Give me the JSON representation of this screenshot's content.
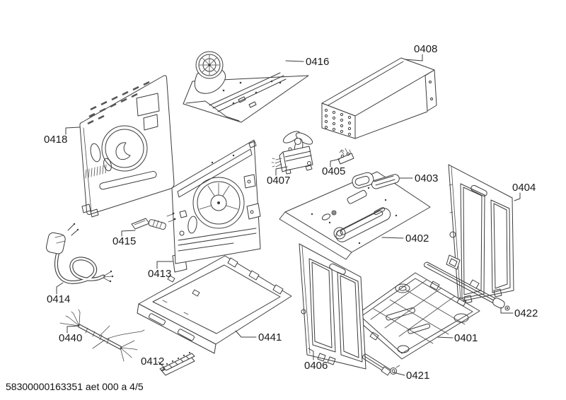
{
  "page": {
    "background": "#ffffff",
    "line_color": "#3c3c3c",
    "text_color": "#1a1a1a",
    "footer": "58300000163351 aet 000 a 4/5"
  },
  "parts": {
    "0401": {
      "label": "0401"
    },
    "0402": {
      "label": "0402"
    },
    "0403": {
      "label": "0403"
    },
    "0404": {
      "label": "0404"
    },
    "0405": {
      "label": "0405"
    },
    "0406": {
      "label": "0406"
    },
    "0407": {
      "label": "0407"
    },
    "0408": {
      "label": "0408"
    },
    "0412": {
      "label": "0412"
    },
    "0413": {
      "label": "0413"
    },
    "0414": {
      "label": "0414"
    },
    "0415": {
      "label": "0415"
    },
    "0416": {
      "label": "0416"
    },
    "0418": {
      "label": "0418"
    },
    "0421": {
      "label": "0421"
    },
    "0422": {
      "label": "0422"
    },
    "0440": {
      "label": "0440"
    },
    "0441": {
      "label": "0441"
    }
  }
}
